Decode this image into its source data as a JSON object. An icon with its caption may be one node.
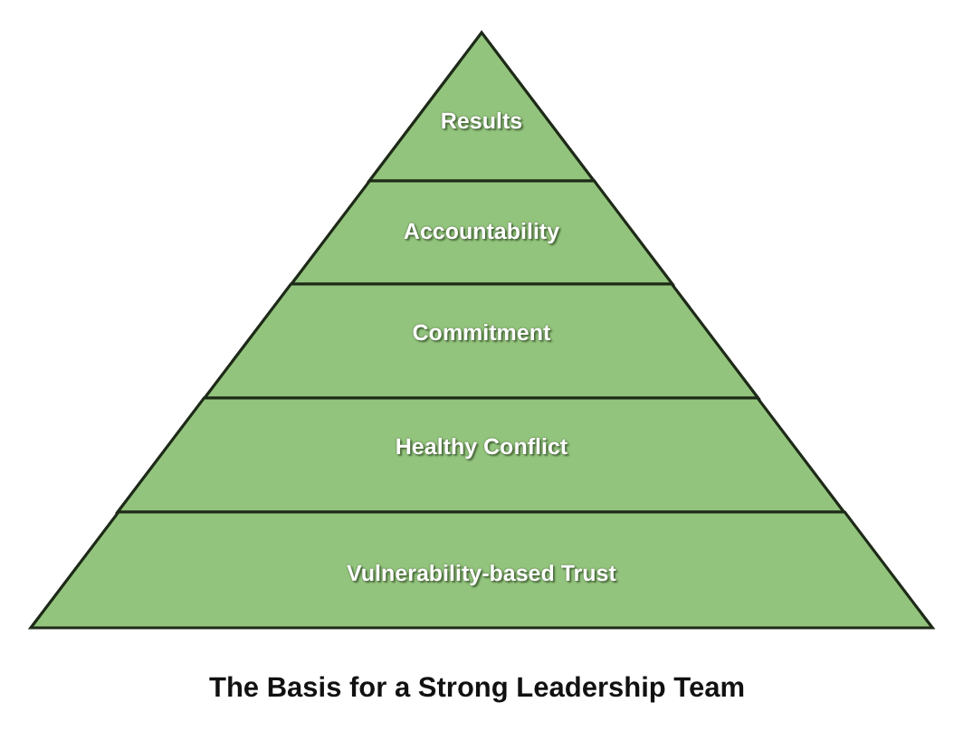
{
  "diagram": {
    "caption": "The Basis for a Strong Leadership Team",
    "nodes": [
      {
        "text": [
          "Results"
        ]
      },
      {
        "text": [
          "Accountability"
        ]
      },
      {
        "text": [
          "Commitment"
        ]
      },
      {
        "text": [
          "Healthy Conflict"
        ]
      },
      {
        "text": [
          "Vulnerability-based Trust"
        ]
      }
    ]
  }
}
